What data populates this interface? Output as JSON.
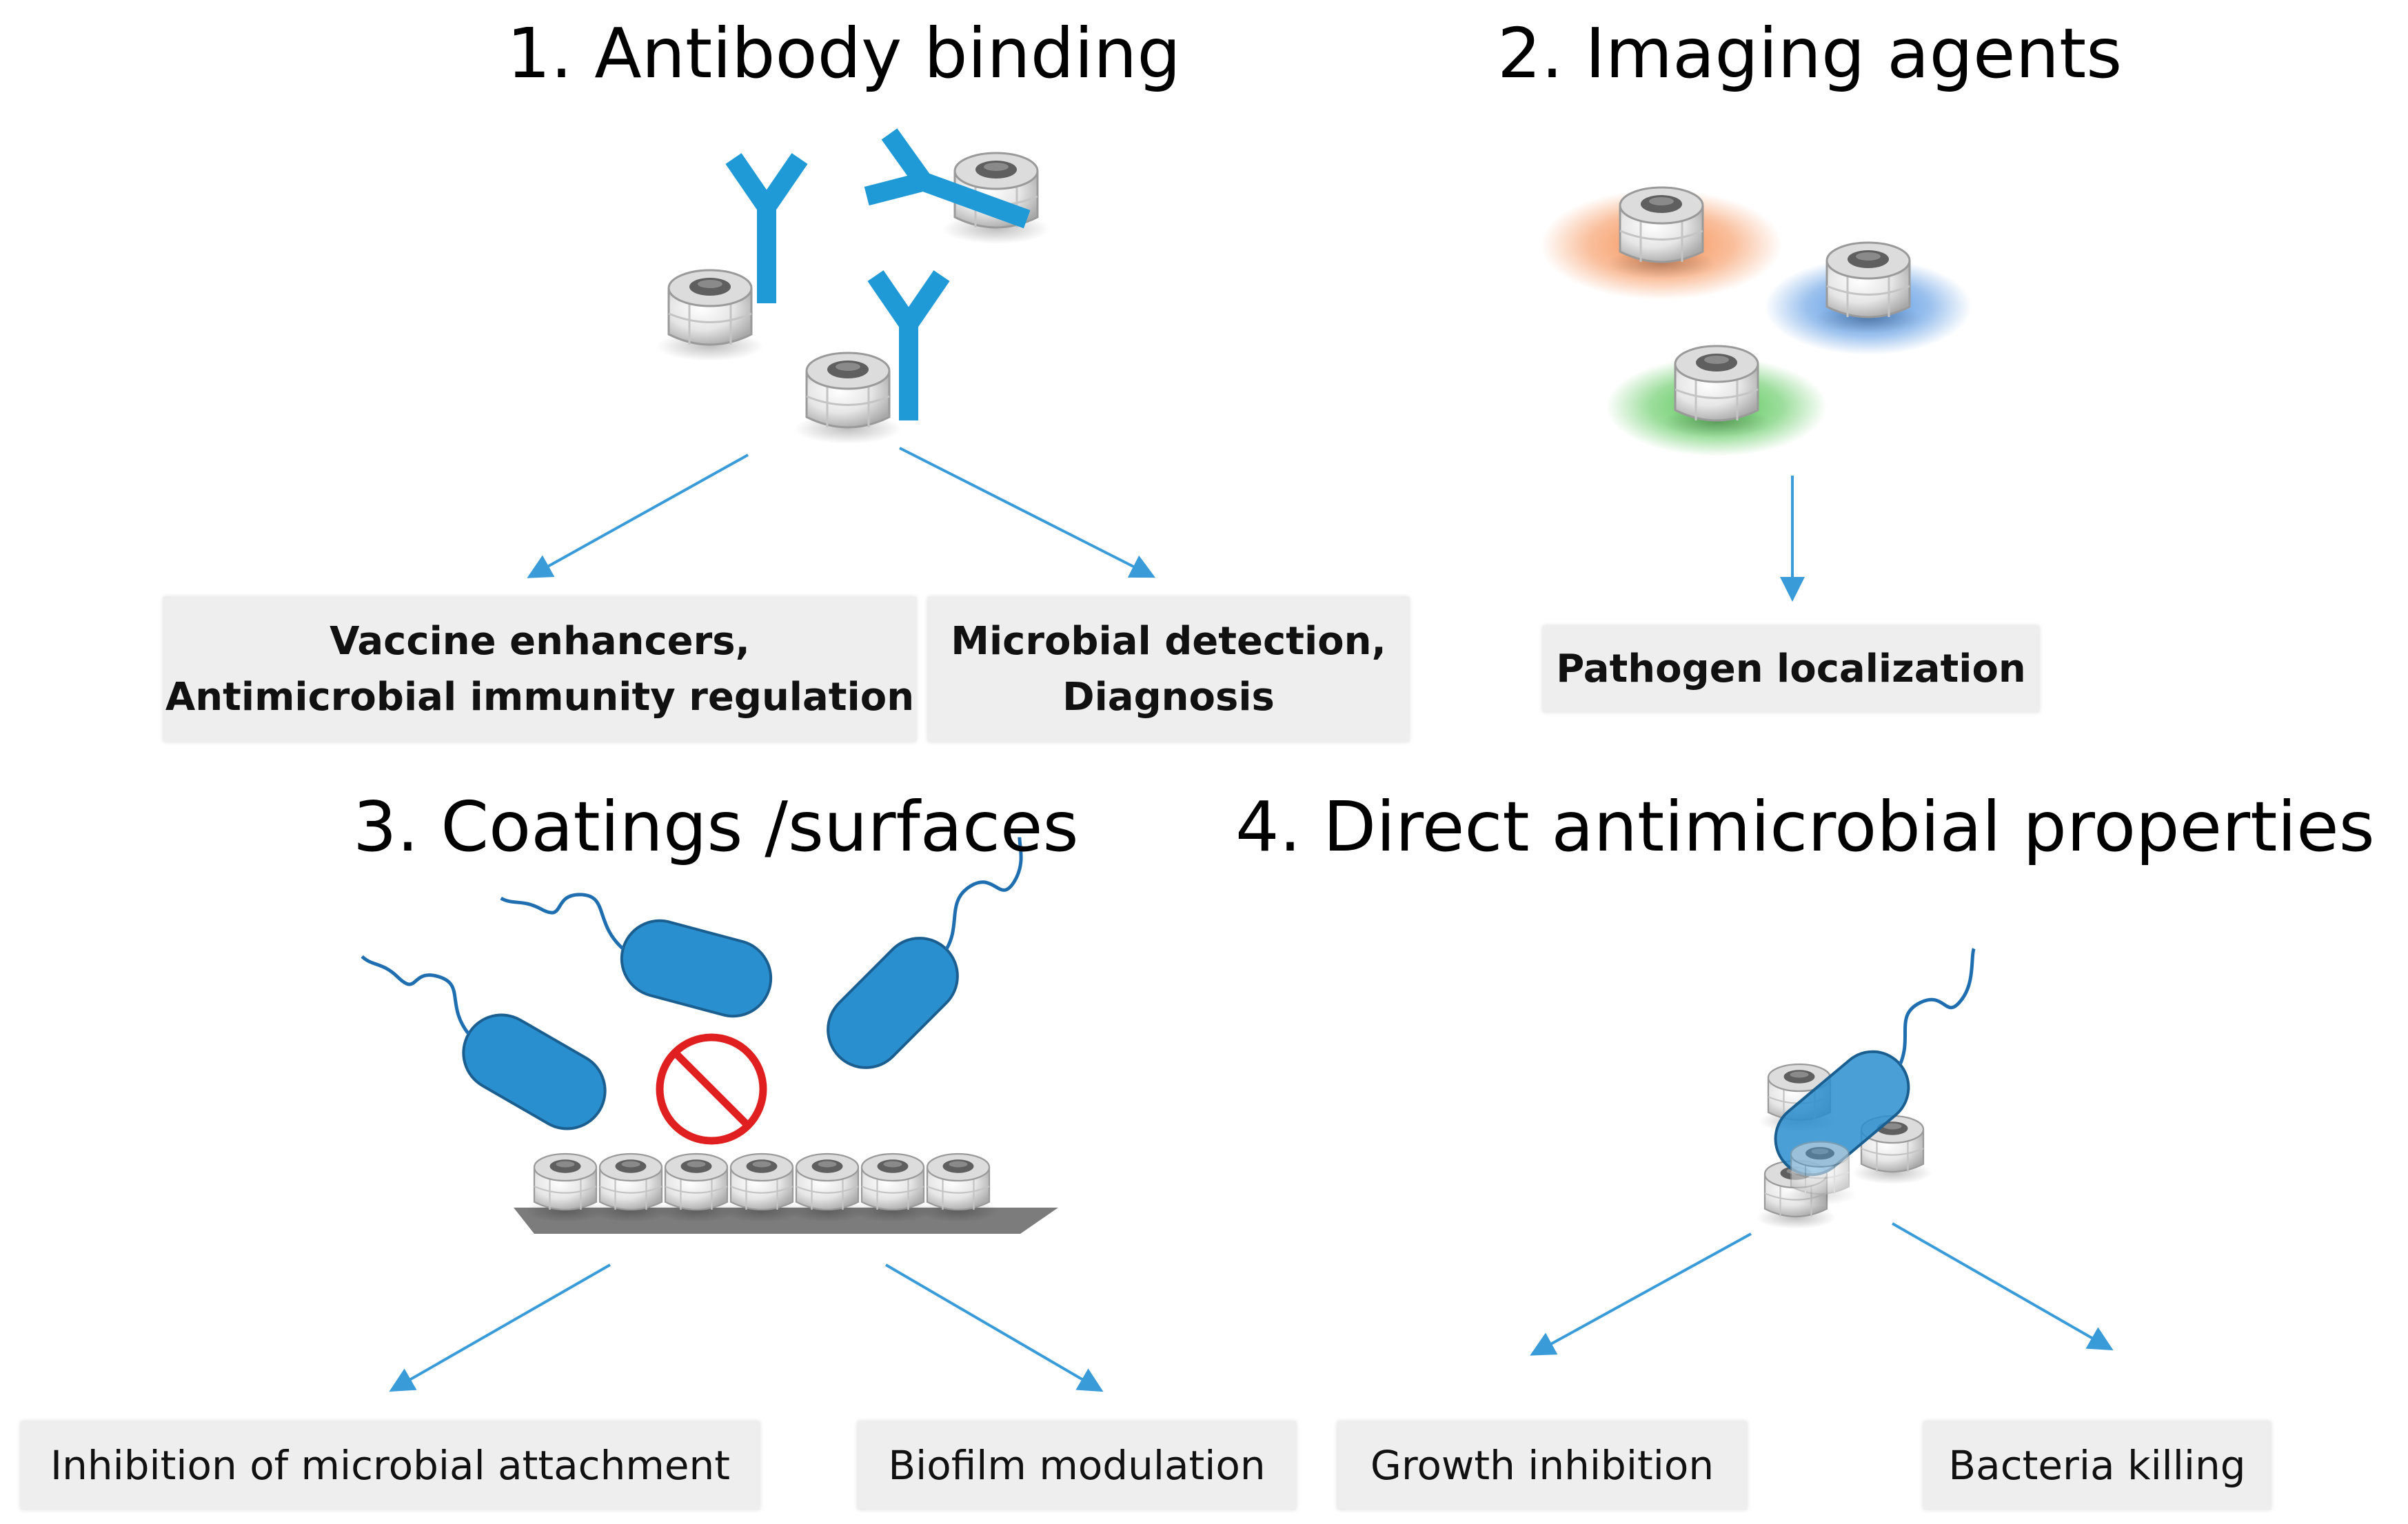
{
  "titles": {
    "antibody": "1. Antibody binding",
    "imaging": "2. Imaging agents",
    "coatings": "3. Coatings /surfaces",
    "direct": "4. Direct antimicrobial properties"
  },
  "boxes": {
    "vaccine_line1": "Vaccine enhancers,",
    "vaccine_line2": "Antimicrobial immunity regulation",
    "detection_line1": "Microbial detection,",
    "detection_line2": "Diagnosis",
    "pathogen": "Pathogen localization",
    "inhibition": "Inhibition of microbial attachment",
    "biofilm": "Biofilm modulation",
    "growth": "Growth inhibition",
    "killing": "Bacteria killing"
  },
  "colors": {
    "antibody_blue": "#1f9ad6",
    "bacteria_blue": "#2a8fcf",
    "arrow_blue": "#3a9bd9",
    "glow_orange": "#f58a4b",
    "glow_blue": "#4a8fe0",
    "glow_green": "#4cc24c",
    "prohibit_red": "#e02020",
    "box_bg": "#eeeeee"
  }
}
